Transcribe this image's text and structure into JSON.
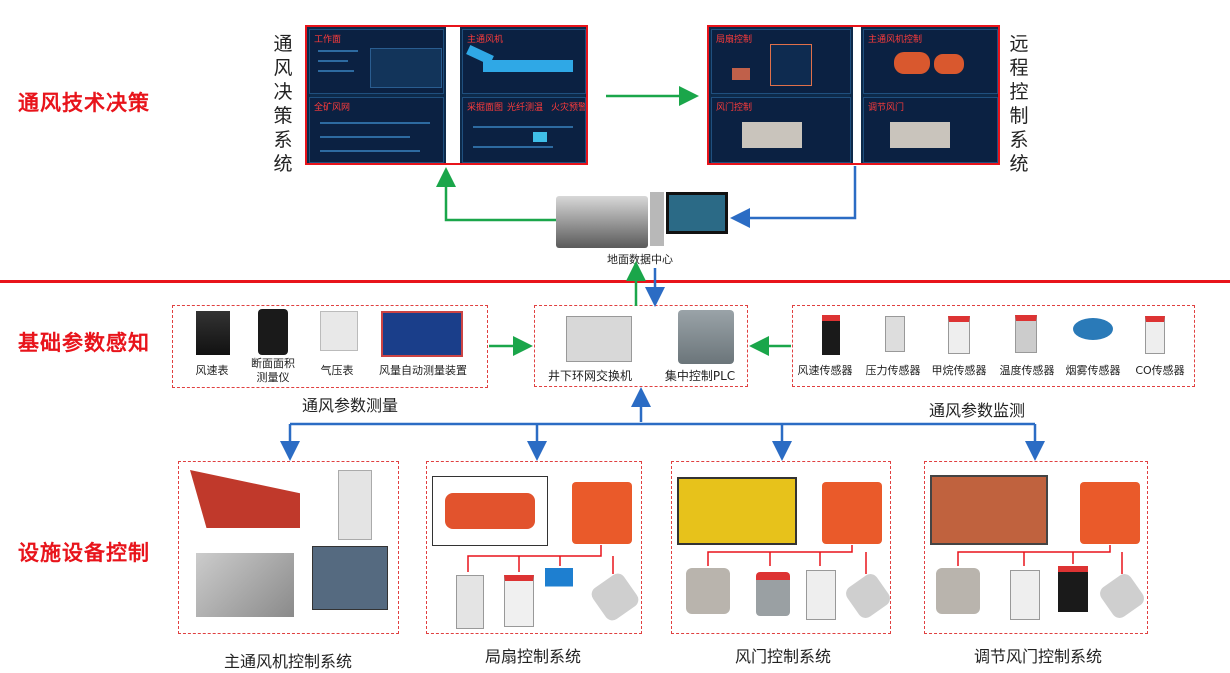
{
  "sections": {
    "decision": "通风技术决策",
    "perception": "基础参数感知",
    "control": "设施设备控制"
  },
  "decision_system_label": "通风决策系统",
  "remote_control_label": "远程控制系统",
  "decision_screen_panels": [
    "工作面",
    "主通风机",
    "全矿风网",
    "采掘面图",
    "光纤测温",
    "火灾预警"
  ],
  "remote_screen_panels": [
    "局扇控制",
    "风门控制",
    "调节风门",
    "主通风机控制"
  ],
  "data_center_label": "地面数据中心",
  "switch_label": "井下环网交换机",
  "plc_label": "集中控制PLC",
  "measurement": {
    "caption": "通风参数测量",
    "devices": [
      "风速表",
      "断面面积测量仪",
      "气压表",
      "风量自动测量装置"
    ]
  },
  "monitoring": {
    "caption": "通风参数监测",
    "sensors": [
      "风速传感器",
      "压力传感器",
      "甲烷传感器",
      "温度传感器",
      "烟雾传感器",
      "CO传感器"
    ]
  },
  "control_systems": [
    "主通风机控制系统",
    "局扇控制系统",
    "风门控制系统",
    "调节风门控制系统"
  ],
  "colors": {
    "accent_red": "#e8141b",
    "arrow_green": "#1aa64a",
    "arrow_blue": "#2b6cc4"
  }
}
